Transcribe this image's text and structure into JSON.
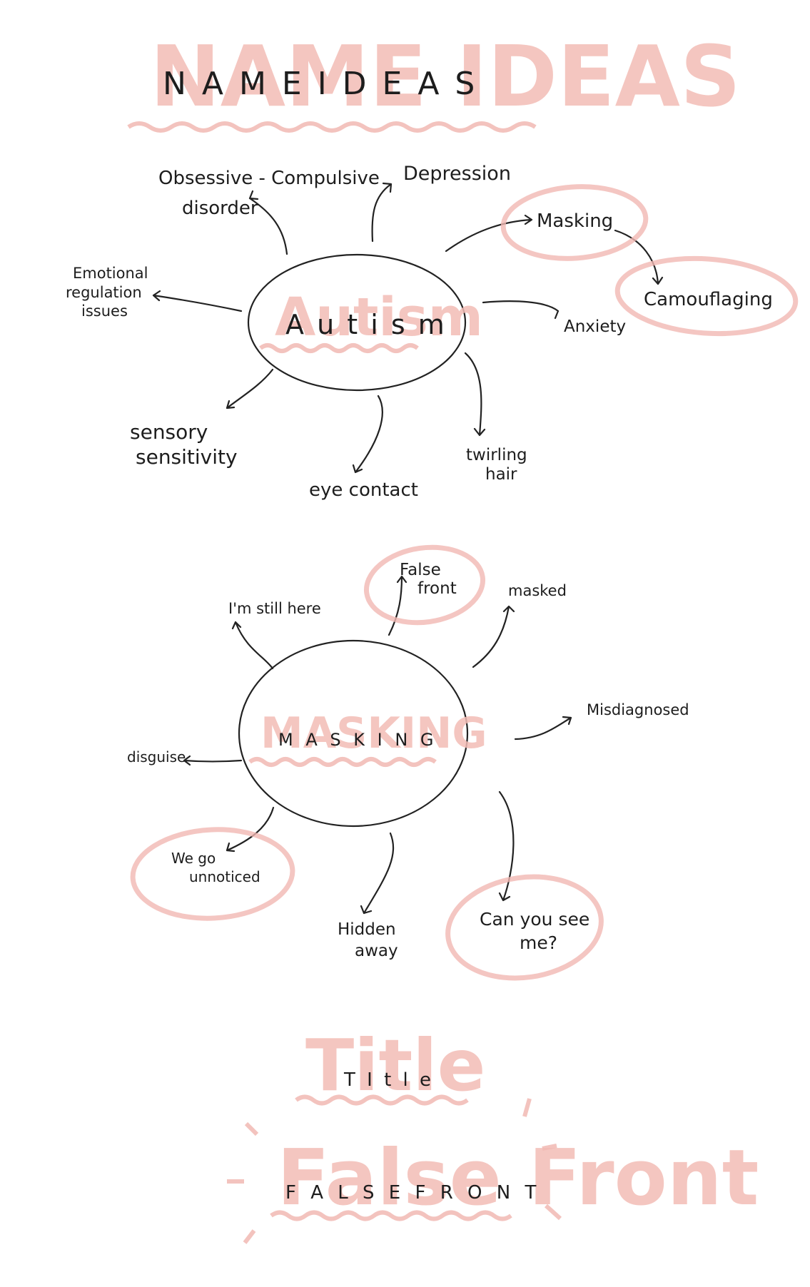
{
  "title": {
    "big": "NAME IDEAS",
    "small": "N A M E  I D E A S"
  },
  "autism": {
    "center_big": "Autism",
    "center_small": "A u t i s m",
    "branches": {
      "ocd_line1": "Obsessive - Compulsive",
      "ocd_line2": "disorder",
      "depression": "Depression",
      "masking": "Masking",
      "camouflaging": "Camouflaging",
      "emotional_1": "Emotional",
      "emotional_2": "regulation",
      "emotional_3": "issues",
      "anxiety": "Anxiety",
      "sensory_1": "sensory",
      "sensory_2": "sensitivity",
      "eye_contact": "eye contact",
      "twirling_1": "twirling",
      "twirling_2": "hair"
    }
  },
  "masking": {
    "center_big": "MASKING",
    "center_small": "M A S K I N G",
    "branches": {
      "still_here": "I'm still here",
      "false_front_1": "False",
      "false_front_2": "front",
      "masked": "masked",
      "misdiagnosed": "Misdiagnosed",
      "disguise": "disguise",
      "unnoticed_1": "We  go",
      "unnoticed_2": "unnoticed",
      "hidden_1": "Hidden",
      "hidden_2": "away",
      "see_me_1": "Can you see",
      "see_me_2": "me?"
    }
  },
  "title_section": {
    "big": "Title",
    "small": "T I t l e"
  },
  "final": {
    "big": "False Front",
    "small": "F A L S E   F R O N T"
  }
}
